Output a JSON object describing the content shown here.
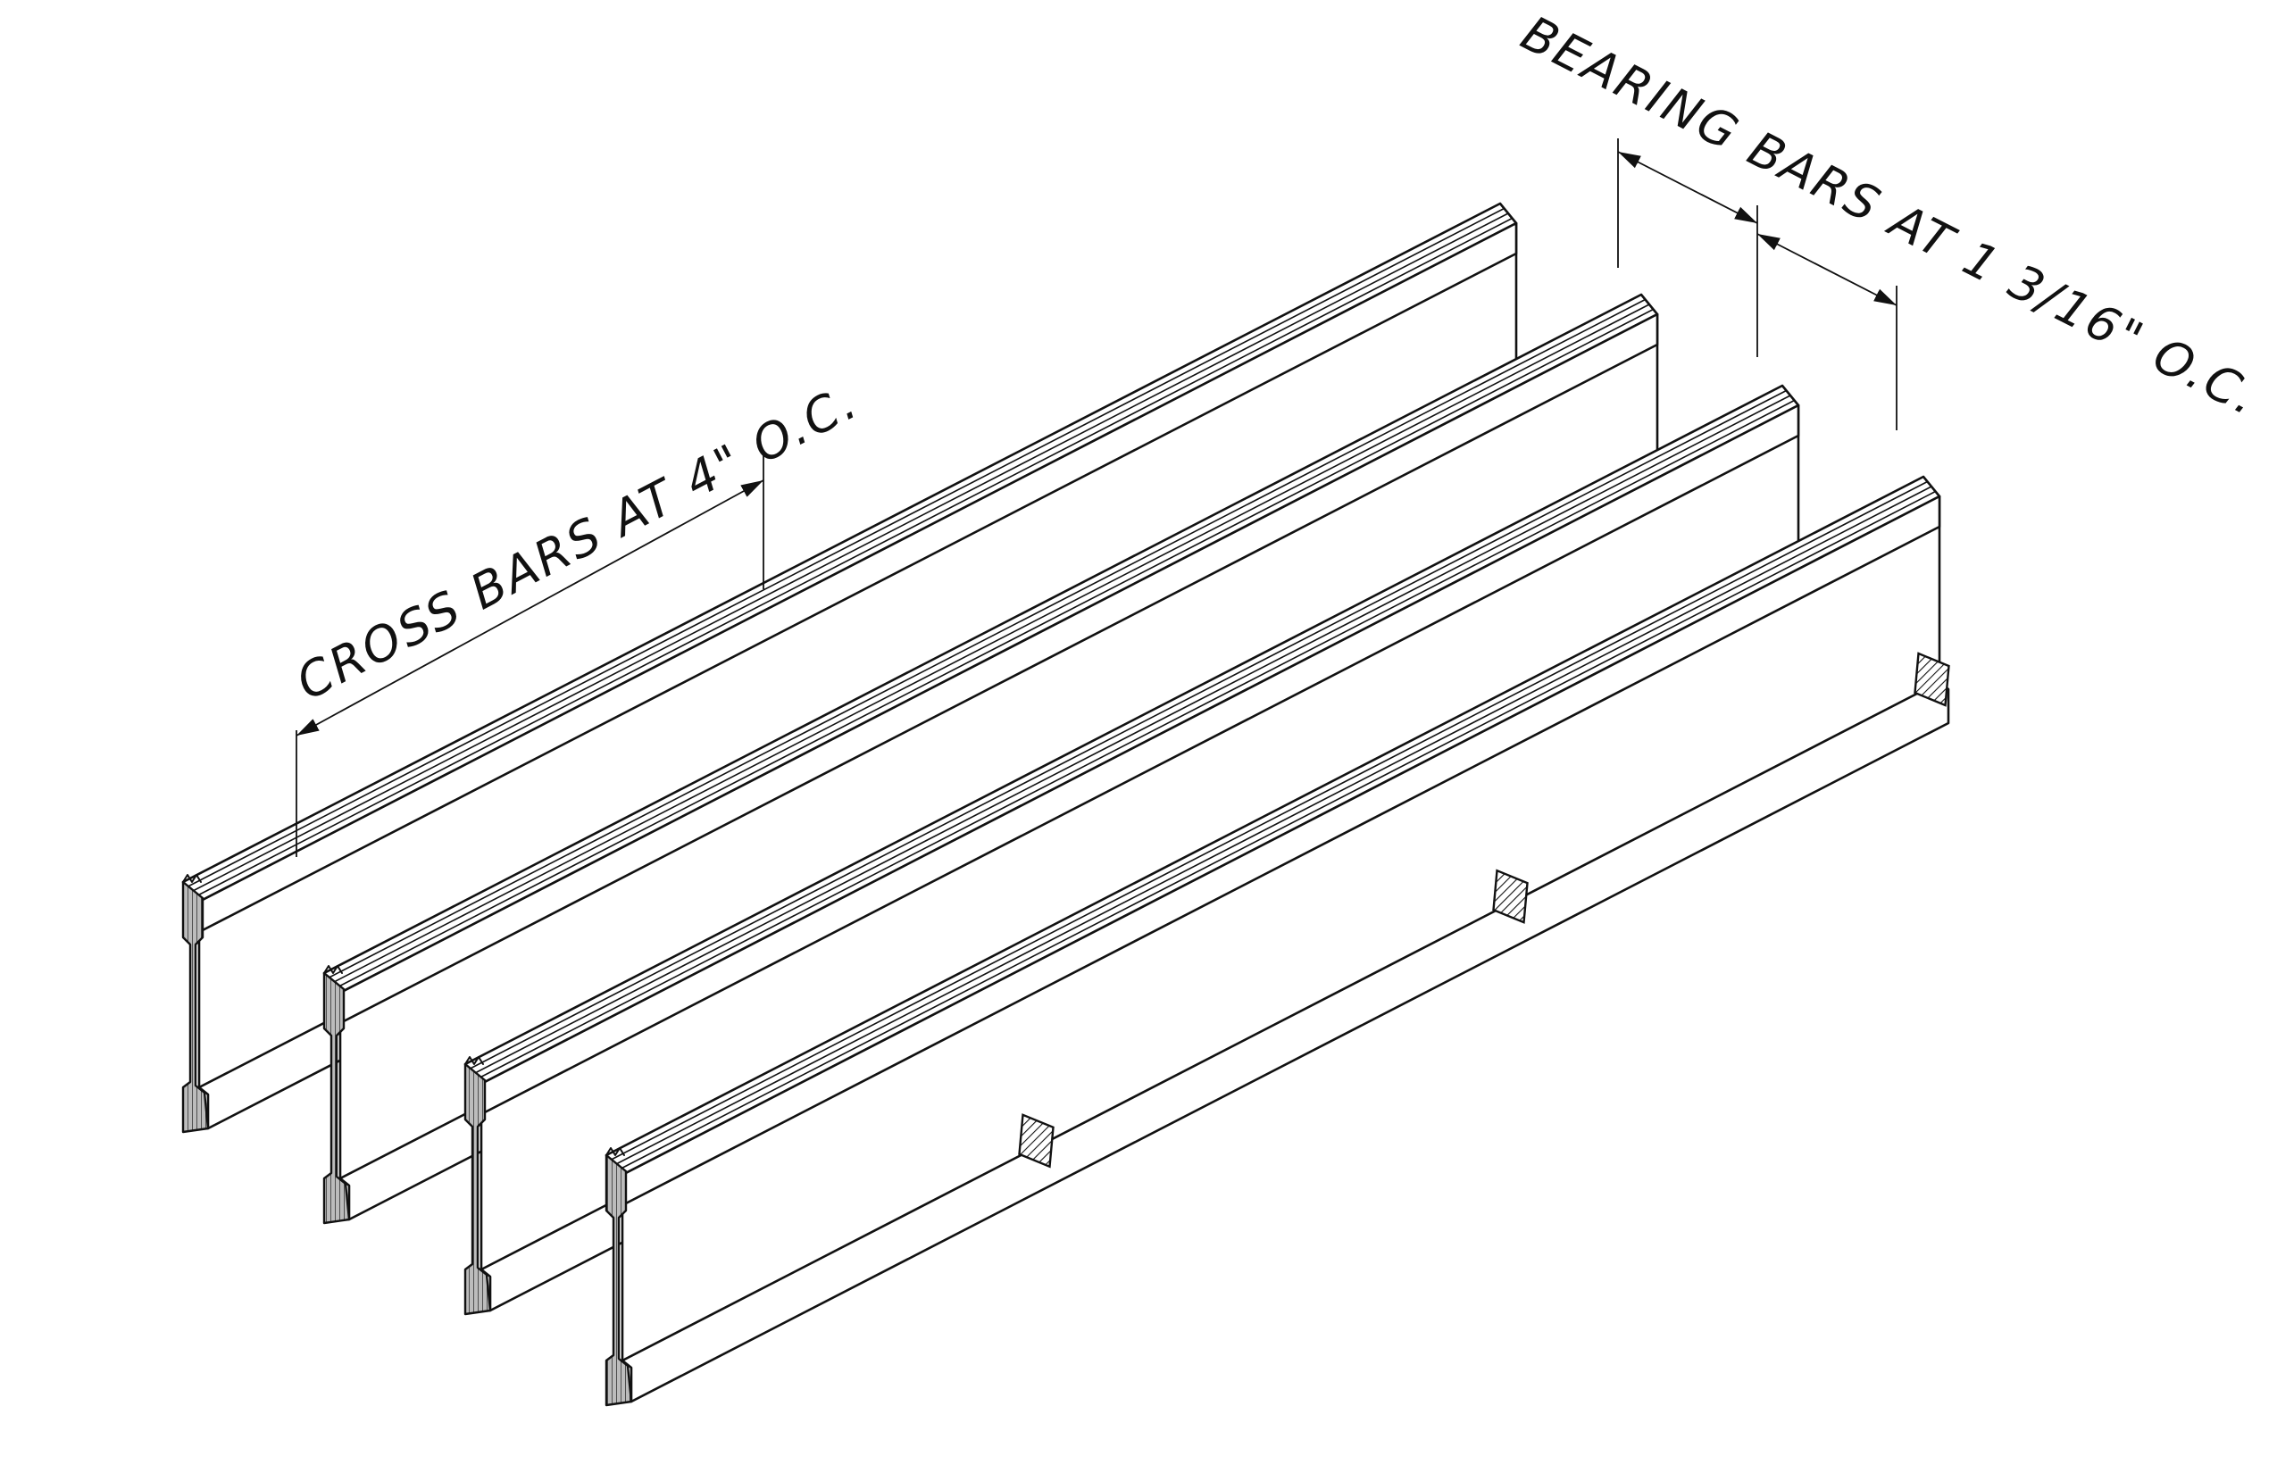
{
  "labels": {
    "cross_bars": "CROSS BARS AT 4\" O.C.",
    "bearing_bars": "BEARING BARS AT 1 3/16\" O.C."
  },
  "bars": {
    "count": 4,
    "crossbar_notches_per_bar": 3,
    "weld_marks_on_front_bar": 3
  },
  "colors": {
    "line": "#111111",
    "background": "#ffffff",
    "section_fill": "#9a9a9a"
  }
}
